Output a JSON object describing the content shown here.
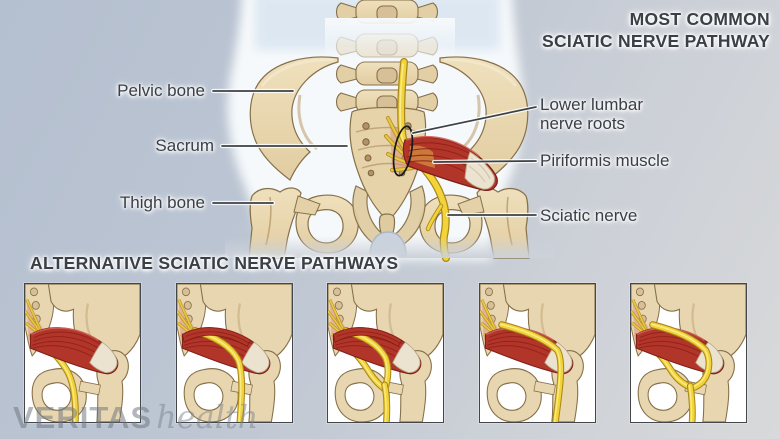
{
  "header": {
    "title_line1": "MOST COMMON",
    "title_line2": "SCIATIC NERVE PATHWAY"
  },
  "anatomy_labels": {
    "pelvic_bone": "Pelvic bone",
    "sacrum": "Sacrum",
    "thigh_bone": "Thigh bone",
    "lower_lumbar_nerve_roots": "Lower lumbar nerve roots",
    "piriformis_muscle": "Piriformis muscle",
    "sciatic_nerve": "Sciatic nerve"
  },
  "section": {
    "heading": "ALTERNATIVE SCIATIC NERVE PATHWAYS"
  },
  "thumbnails": [
    {
      "name": "pathway-thumbnail-1",
      "depicts": "sciatic-nerve-below-piriformis",
      "variant": "below"
    },
    {
      "name": "pathway-thumbnail-2",
      "depicts": "sciatic-nerve-through-piriformis",
      "variant": "through"
    },
    {
      "name": "pathway-thumbnail-3",
      "depicts": "sciatic-nerve-split-through-and-below",
      "variant": "split_through_below"
    },
    {
      "name": "pathway-thumbnail-4",
      "depicts": "sciatic-nerve-over-piriformis",
      "variant": "over"
    },
    {
      "name": "pathway-thumbnail-5",
      "depicts": "sciatic-nerve-split-over-and-below",
      "variant": "split_over_below"
    }
  ],
  "watermark": {
    "brand": "VERITAS",
    "brand_suffix": "health"
  },
  "colors": {
    "background_top": "#b4bfd0",
    "background_bottom": "#d8d9da",
    "bone_tan": "#e8d6b0",
    "bone_outline": "#86704a",
    "muscle_red": "#b2352a",
    "muscle_dark": "#7c1f16",
    "tendon_white": "#ebe2cf",
    "nerve_yellow": "#f2d338",
    "nerve_outline": "#a8871f",
    "label_text": "#3b4046"
  }
}
